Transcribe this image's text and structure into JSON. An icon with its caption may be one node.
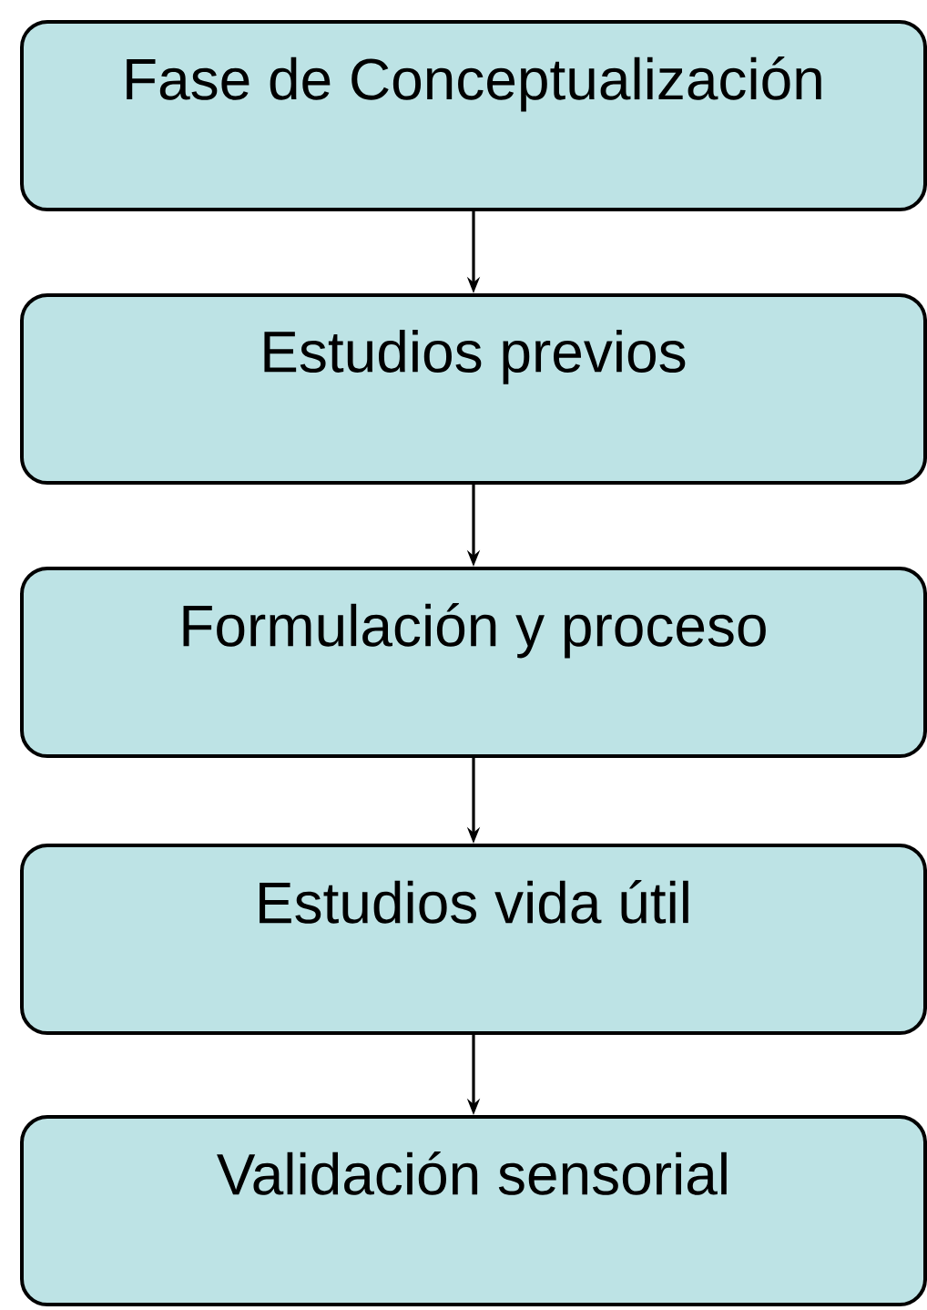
{
  "diagram": {
    "nodes": [
      {
        "text": [
          "Fase de Conceptualización"
        ]
      },
      {
        "text": [
          "Estudios previos"
        ]
      },
      {
        "text": [
          "Formulación y proceso"
        ]
      },
      {
        "text": [
          "Estudios vida útil"
        ]
      },
      {
        "text": [
          "Validación sensorial"
        ]
      }
    ],
    "edges": [
      {
        "from": 0,
        "to": 1,
        "arrow": "to"
      },
      {
        "from": 1,
        "to": 2,
        "arrow": "to"
      },
      {
        "from": 2,
        "to": 3,
        "arrow": "to"
      },
      {
        "from": 3,
        "to": 4,
        "arrow": "to"
      }
    ]
  }
}
